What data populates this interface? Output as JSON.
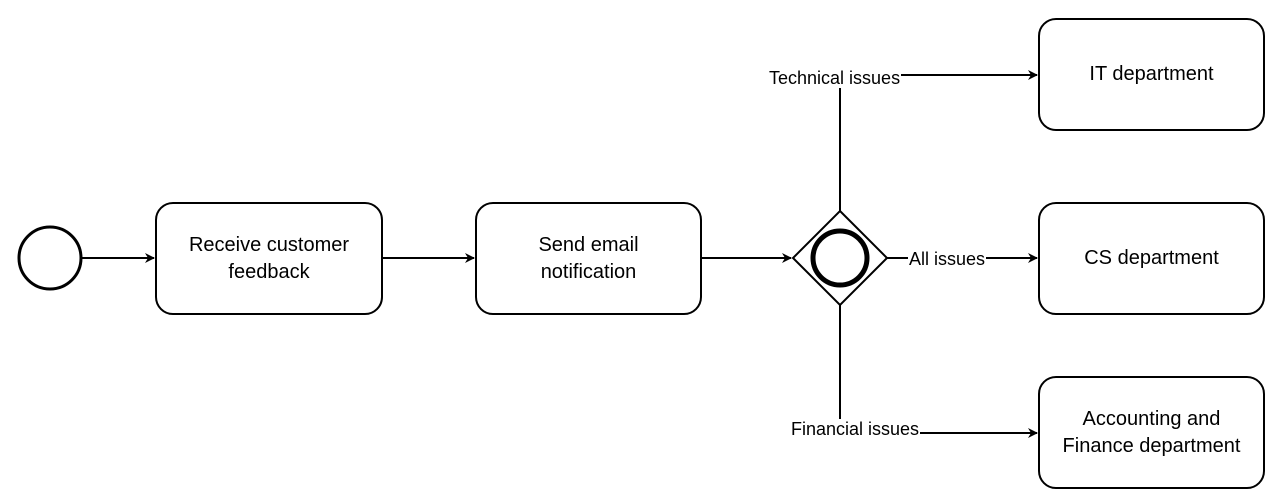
{
  "colors": {
    "stroke": "#000000",
    "background": "#ffffff"
  },
  "start_event": {
    "icon": "start-event-circle"
  },
  "gateway": {
    "icon": "inclusive-gateway-diamond"
  },
  "tasks": {
    "receive_feedback": "Receive customer\nfeedback",
    "send_email": "Send email\nnotification"
  },
  "departments": {
    "it": "IT department",
    "cs": "CS department",
    "accounting": "Accounting and\nFinance department"
  },
  "flows": {
    "technical": "Technical issues",
    "all": "All issues",
    "financial": "Financial issues"
  }
}
